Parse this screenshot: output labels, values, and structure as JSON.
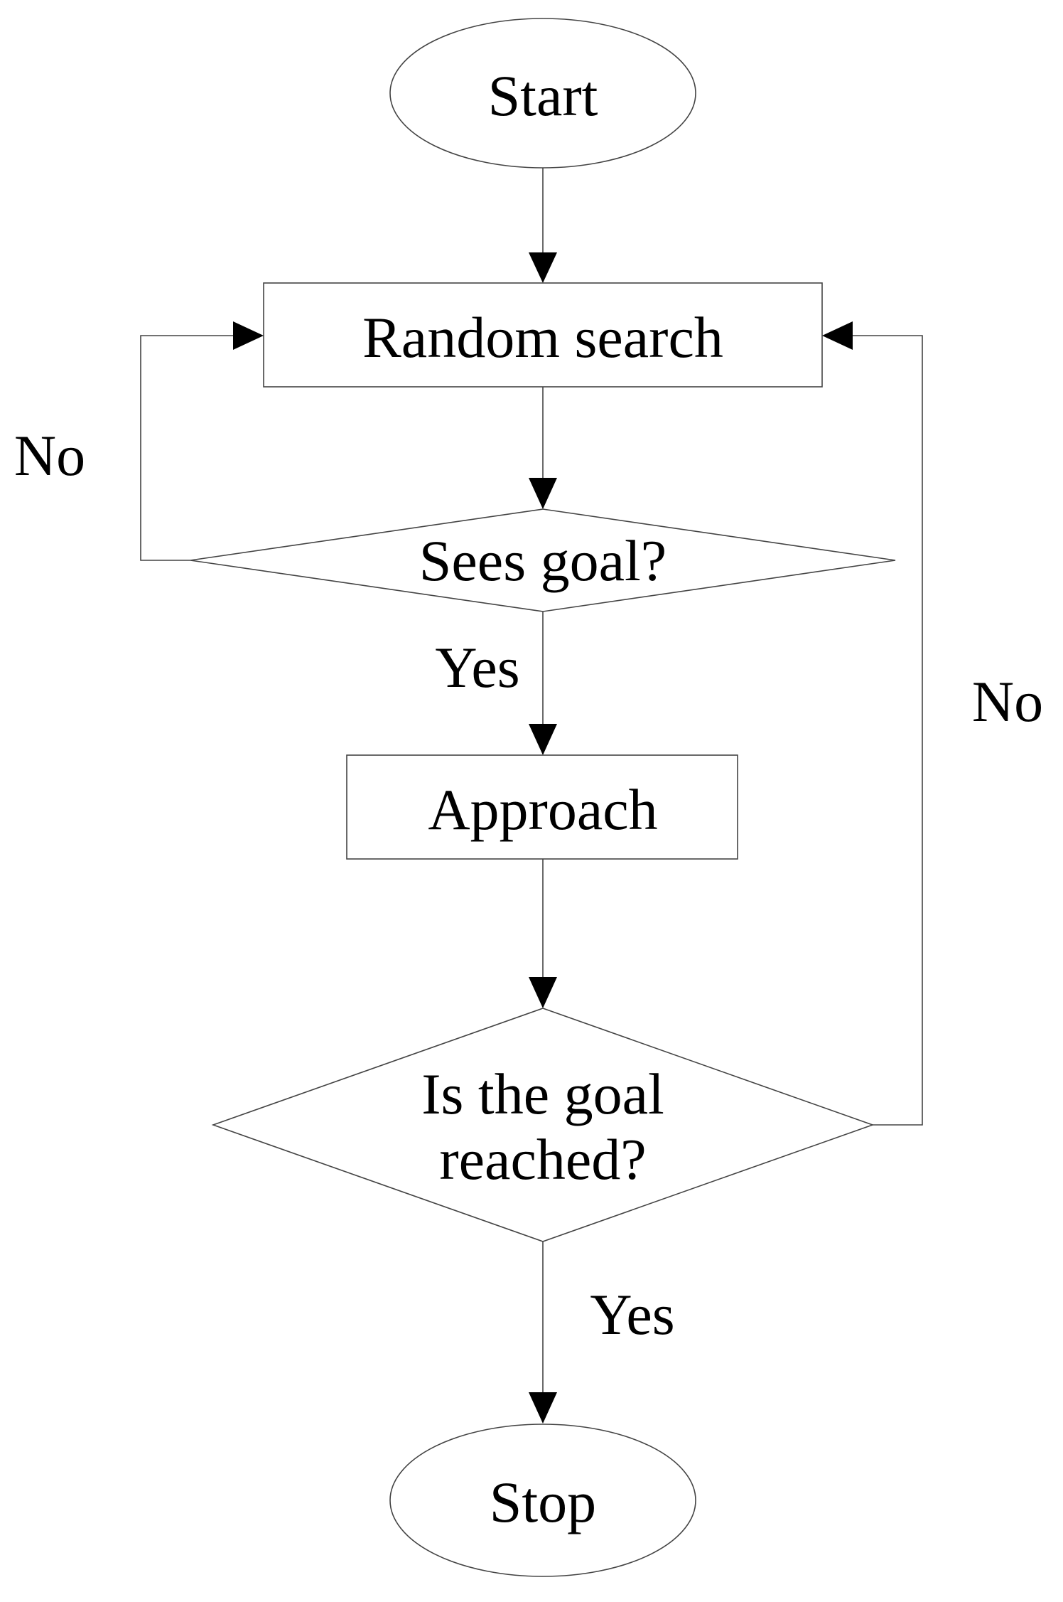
{
  "nodes": {
    "start": "Start",
    "random_search": "Random search",
    "sees_goal": "Sees goal?",
    "approach": "Approach",
    "goal_reached_line1": "Is the goal",
    "goal_reached_line2": "reached?",
    "stop": "Stop"
  },
  "edges": {
    "sees_goal_no": "No",
    "sees_goal_yes": "Yes",
    "goal_reached_no": "No",
    "goal_reached_yes": "Yes"
  }
}
